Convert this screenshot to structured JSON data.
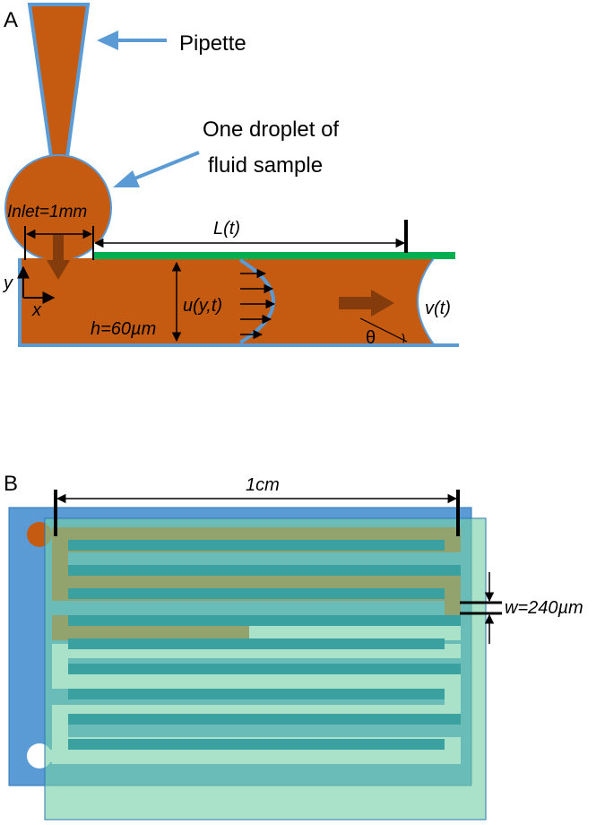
{
  "panel_a": {
    "letter": "A",
    "pipette_label": "Pipette",
    "droplet_label_line1": "One droplet of",
    "droplet_label_line2": "fluid sample",
    "inlet_label": "Inlet=1mm",
    "length_label": "L(t)",
    "axis_y": "y",
    "axis_x": "x",
    "height_label": "h=60µm",
    "velocity_profile_label": "u(y,t)",
    "front_velocity_label": "v(t)",
    "angle_label": "θ"
  },
  "panel_b": {
    "letter": "B",
    "length_label": "1cm",
    "width_label": "w=240µm"
  },
  "colors": {
    "fluid": "#c55a11",
    "channel_outline": "#5b9bd5",
    "cover_green": "#00b050",
    "blue_layer": "#5b9bd5",
    "green_layer": "#a8e0c0",
    "channel_teal": "#3aa0a0",
    "dark_arrow": "#843c0c"
  }
}
